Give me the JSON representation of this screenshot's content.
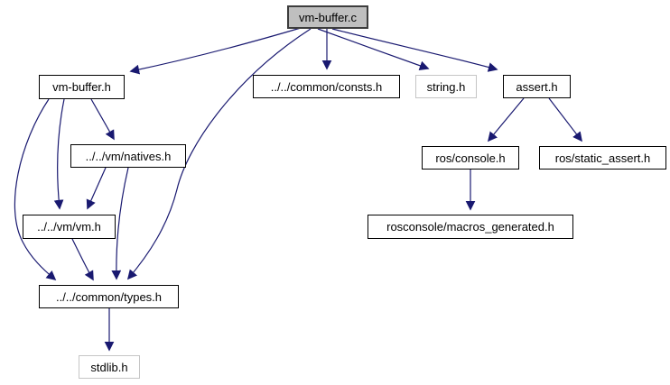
{
  "diagram": {
    "kind": "include-dependency-graph",
    "root": "vm-buffer.c",
    "colors": {
      "background": "#ffffff",
      "edge": "#191970",
      "node_fill": "#ffffff",
      "node_border": "#000000",
      "source_node_fill": "#bfbfbf",
      "external_node_border": "#c5c5c5",
      "text": "#000000"
    },
    "nodes": [
      {
        "id": "vm-buffer-c",
        "label": "vm-buffer.c",
        "kind": "source"
      },
      {
        "id": "vm-buffer-h",
        "label": "vm-buffer.h",
        "kind": "internal"
      },
      {
        "id": "common-consts-h",
        "label": "../../common/consts.h",
        "kind": "internal"
      },
      {
        "id": "string-h",
        "label": "string.h",
        "kind": "external"
      },
      {
        "id": "assert-h",
        "label": "assert.h",
        "kind": "internal"
      },
      {
        "id": "vm-natives-h",
        "label": "../../vm/natives.h",
        "kind": "internal"
      },
      {
        "id": "ros-console-h",
        "label": "ros/console.h",
        "kind": "internal"
      },
      {
        "id": "ros-static-assert-h",
        "label": "ros/static_assert.h",
        "kind": "internal"
      },
      {
        "id": "vm-vm-h",
        "label": "../../vm/vm.h",
        "kind": "internal"
      },
      {
        "id": "rosconsole-macros-h",
        "label": "rosconsole/macros_generated.h",
        "kind": "internal"
      },
      {
        "id": "common-types-h",
        "label": "../../common/types.h",
        "kind": "internal"
      },
      {
        "id": "stdlib-h",
        "label": "stdlib.h",
        "kind": "external"
      }
    ],
    "edges": [
      {
        "from": "vm-buffer-c",
        "to": "vm-buffer-h"
      },
      {
        "from": "vm-buffer-c",
        "to": "common-consts-h"
      },
      {
        "from": "vm-buffer-c",
        "to": "string-h"
      },
      {
        "from": "vm-buffer-c",
        "to": "assert-h"
      },
      {
        "from": "vm-buffer-c",
        "to": "common-types-h"
      },
      {
        "from": "vm-buffer-h",
        "to": "vm-natives-h"
      },
      {
        "from": "vm-buffer-h",
        "to": "vm-vm-h"
      },
      {
        "from": "vm-buffer-h",
        "to": "common-types-h"
      },
      {
        "from": "vm-natives-h",
        "to": "vm-vm-h"
      },
      {
        "from": "vm-natives-h",
        "to": "common-types-h"
      },
      {
        "from": "vm-vm-h",
        "to": "common-types-h"
      },
      {
        "from": "assert-h",
        "to": "ros-console-h"
      },
      {
        "from": "assert-h",
        "to": "ros-static-assert-h"
      },
      {
        "from": "ros-console-h",
        "to": "rosconsole-macros-h"
      },
      {
        "from": "common-types-h",
        "to": "stdlib-h"
      }
    ]
  }
}
